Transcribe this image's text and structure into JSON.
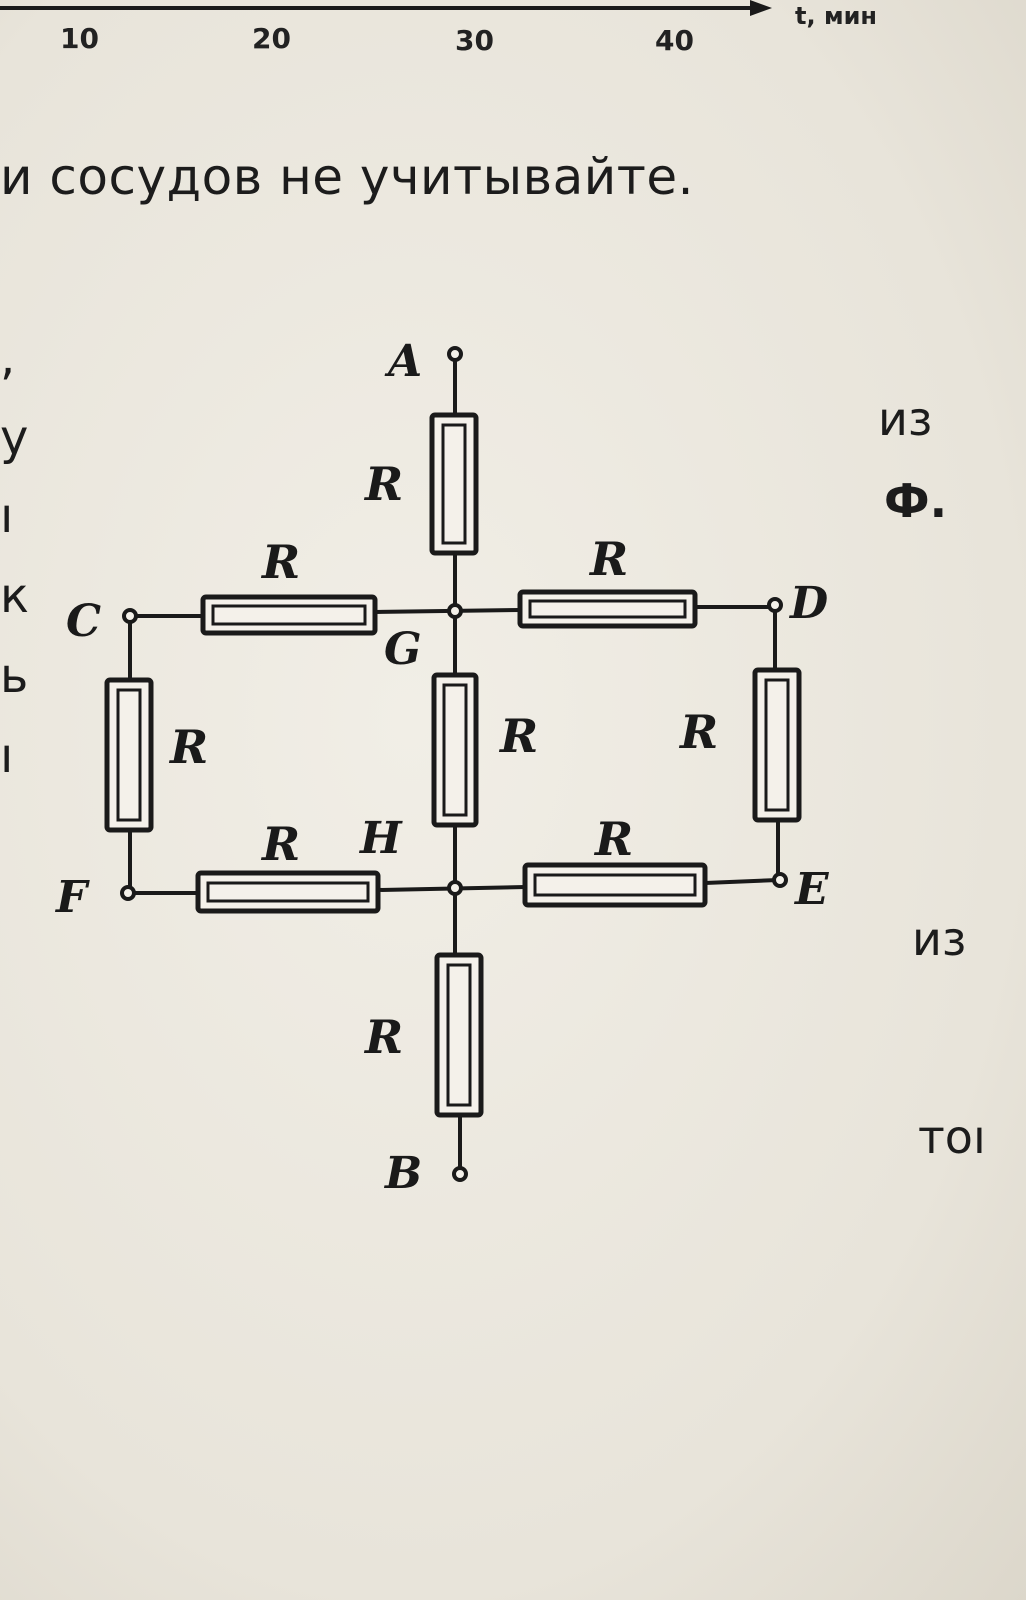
{
  "axis": {
    "ticks": [
      "10",
      "20",
      "30",
      "40"
    ],
    "name": "t, мин"
  },
  "heading": "и сосудов не учитывайте.",
  "left_margin": [
    ",",
    "у",
    "ı",
    "к",
    "ь",
    "ı"
  ],
  "right_text": {
    "line1": "из",
    "line2": "Ф.",
    "line3": "из",
    "line4": "тоı"
  },
  "circuit": {
    "resistor_label": "R",
    "nodes": {
      "A": "A",
      "B": "B",
      "C": "C",
      "D": "D",
      "E": "E",
      "F": "F",
      "G": "G",
      "H": "H"
    }
  }
}
